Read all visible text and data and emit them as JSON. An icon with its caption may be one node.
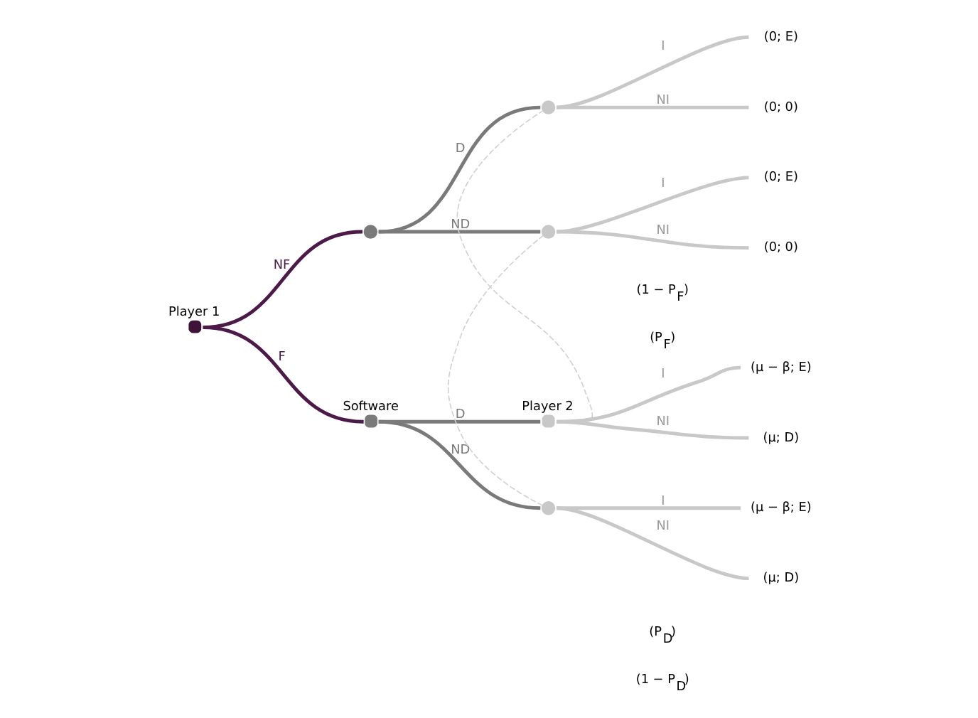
{
  "diagram": {
    "nodes": [
      {
        "text": [],
        "shape": "circle",
        "beside": [
          "Player 1"
        ]
      },
      {
        "text": [],
        "shape": "circle",
        "beside": [
          "Software"
        ]
      },
      {
        "text": [],
        "shape": "circle"
      },
      {
        "text": [],
        "shape": "circle",
        "beside": [
          "Player 2"
        ]
      },
      {
        "text": [],
        "shape": "circle"
      },
      {
        "text": [],
        "shape": "circle"
      },
      {
        "text": [],
        "shape": "circle"
      },
      {
        "text": [
          "(μ − β; E)"
        ]
      },
      {
        "text": [
          "(μ; D)"
        ]
      },
      {
        "text": [
          "(μ − β; E)"
        ]
      },
      {
        "text": [
          "(μ; D)"
        ]
      },
      {
        "text": [
          "(0; E)"
        ]
      },
      {
        "text": [
          "(0; 0)"
        ]
      },
      {
        "text": [
          "(0; E)"
        ]
      },
      {
        "text": [
          "(0; 0)"
        ]
      }
    ],
    "edges": [
      {
        "from": 0,
        "to": 1,
        "arrow": "none",
        "label": "F",
        "color": "#4b1a48"
      },
      {
        "from": 0,
        "to": 2,
        "arrow": "none",
        "label": "NF",
        "color": "#4b1a48"
      },
      {
        "from": 1,
        "to": 3,
        "arrow": "none",
        "label": "D",
        "color": "#7a7a7a"
      },
      {
        "from": 1,
        "to": 4,
        "arrow": "none",
        "label": "ND",
        "color": "#7a7a7a"
      },
      {
        "from": 2,
        "to": 5,
        "arrow": "none",
        "label": "ND",
        "color": "#7a7a7a"
      },
      {
        "from": 2,
        "to": 6,
        "arrow": "none",
        "label": "D",
        "color": "#7a7a7a"
      },
      {
        "from": 3,
        "to": 7,
        "arrow": "none",
        "label": "I"
      },
      {
        "from": 3,
        "to": 8,
        "arrow": "none",
        "label": "NI"
      },
      {
        "from": 4,
        "to": 9,
        "arrow": "none",
        "label": "I"
      },
      {
        "from": 4,
        "to": 10,
        "arrow": "none",
        "label": "NI"
      },
      {
        "from": 5,
        "to": 11,
        "arrow": "none",
        "label": "I"
      },
      {
        "from": 5,
        "to": 12,
        "arrow": "none",
        "label": "NI"
      },
      {
        "from": 6,
        "to": 13,
        "arrow": "none",
        "label": "I"
      },
      {
        "from": 6,
        "to": 14,
        "arrow": "none",
        "label": "NI"
      },
      {
        "from": 3,
        "to": 6,
        "arrow": "none",
        "style": "dashed",
        "color": "#d0d0d0"
      },
      {
        "from": 4,
        "to": 5,
        "arrow": "none",
        "style": "dashed",
        "color": "#d0d0d0"
      }
    ],
    "labels": [
      "(P$_{D}$)",
      "(1 − P$_{D}$)",
      "(1 − P$_{F}$)",
      "(P$_{F}$)"
    ]
  }
}
